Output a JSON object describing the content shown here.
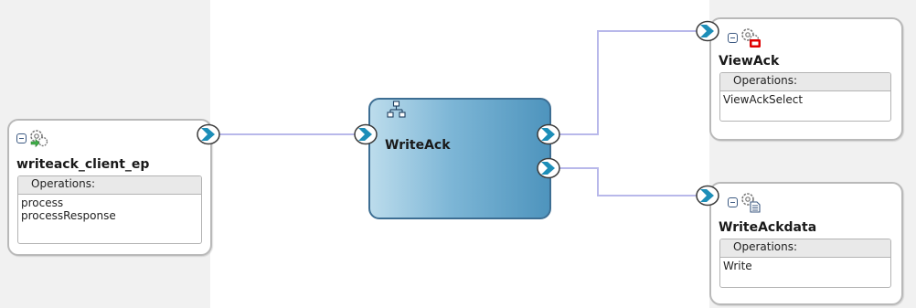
{
  "colors": {
    "wire": "#b8b8ea",
    "port_fill": "#1d8eb8",
    "component_border": "#3d6e93"
  },
  "service": {
    "name": "writeack_client_ep",
    "icon": "gear-service-icon",
    "operations_label": "Operations:",
    "operations": [
      "process",
      "processResponse"
    ]
  },
  "component": {
    "name": "WriteAck",
    "icon": "bpel-process-icon"
  },
  "references": [
    {
      "name": "ViewAck",
      "icon": "gear-db-adapter-icon",
      "operations_label": "Operations:",
      "operations": [
        "ViewAckSelect"
      ]
    },
    {
      "name": "WriteAckdata",
      "icon": "gear-file-adapter-icon",
      "operations_label": "Operations:",
      "operations": [
        "Write"
      ]
    }
  ]
}
